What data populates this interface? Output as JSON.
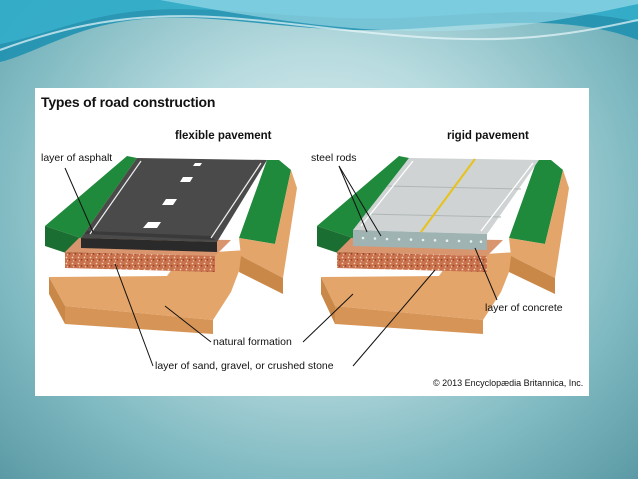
{
  "figure": {
    "title": "Types of road construction",
    "panels": {
      "flexible": "flexible pavement",
      "rigid": "rigid pavement"
    },
    "labels": {
      "asphalt": "layer of asphalt",
      "steel_rods": "steel rods",
      "concrete": "layer of concrete",
      "natural_formation": "natural formation",
      "base_layer": "layer of sand, gravel, or crushed stone"
    },
    "credit": "© 2013 Encyclopædia Britannica, Inc."
  },
  "colors": {
    "grass": "#1f8a3c",
    "soil": "#e4a56a",
    "asphalt": "#4a4a4a",
    "concrete": "#cfd3d3",
    "gravel": "#c9714c",
    "lane_line": "#e8c21a"
  }
}
